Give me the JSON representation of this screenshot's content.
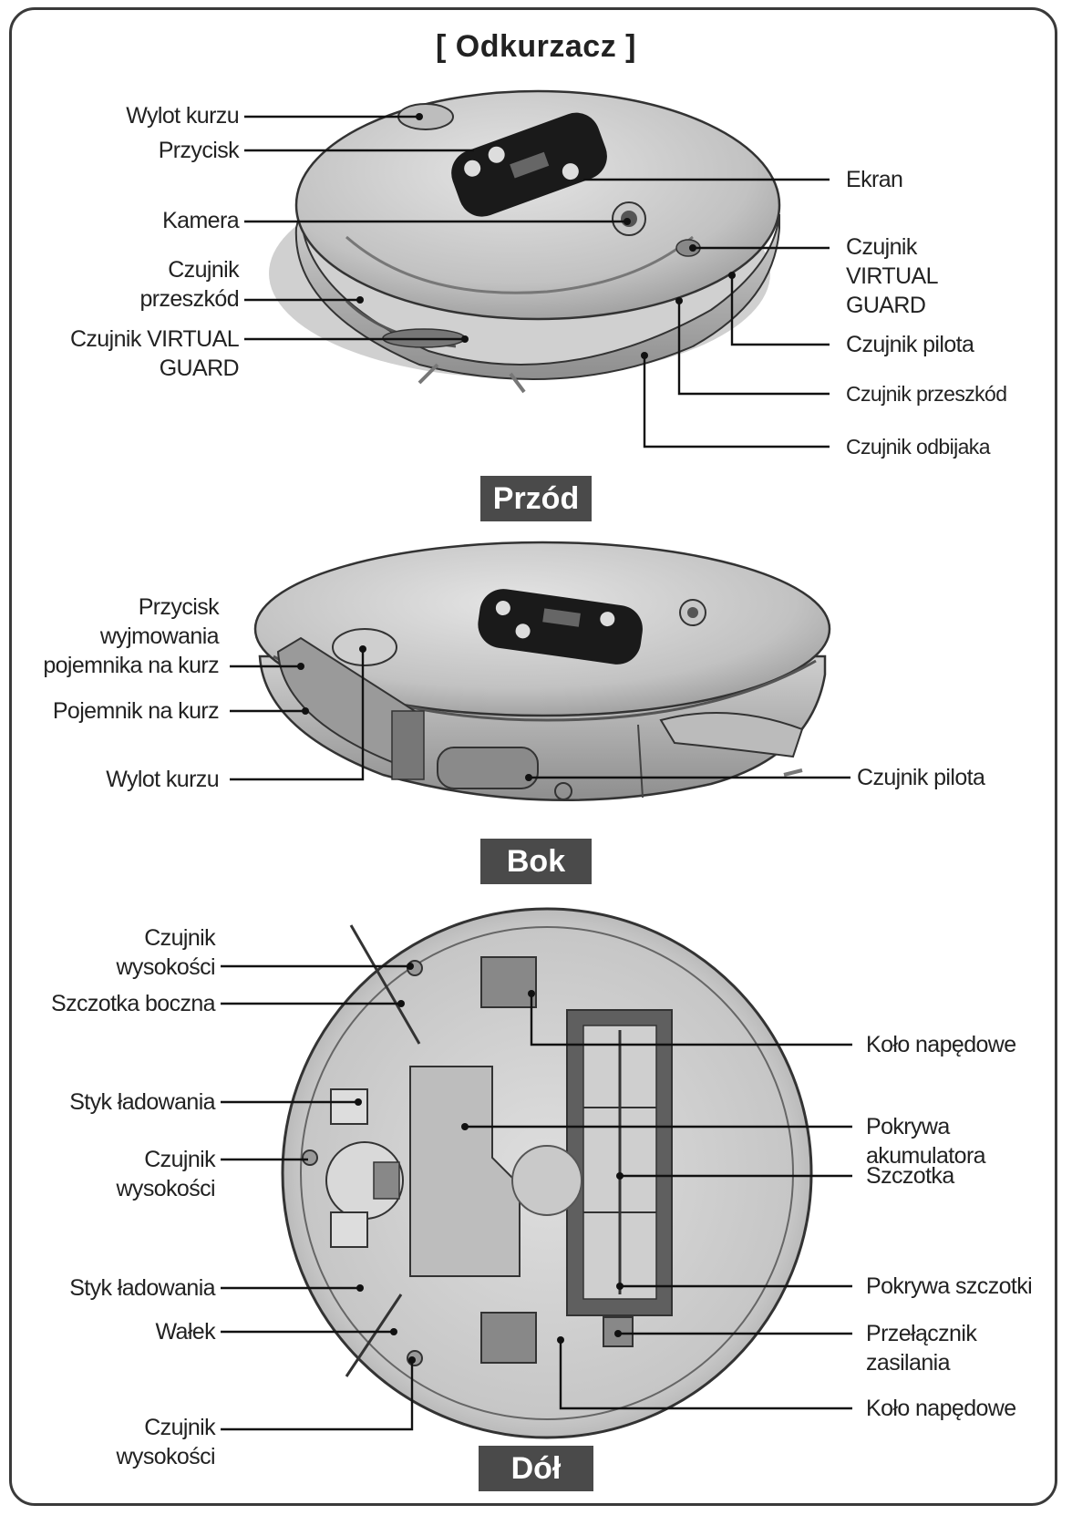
{
  "title": "[ Odkurzacz ]",
  "sections": {
    "front": "Przód",
    "side": "Bok",
    "bottom": "Dół"
  },
  "front_labels": {
    "dust_outlet": "Wylot kurzu",
    "button": "Przycisk",
    "camera": "Kamera",
    "obstacle_sensor_left": "Czujnik\nprzeszkód",
    "virtual_guard_left": "Czujnik VIRTUAL\nGUARD",
    "screen": "Ekran",
    "virtual_guard_right": "Czujnik\nVIRTUAL\nGUARD",
    "remote_sensor": "Czujnik pilota",
    "obstacle_sensor_right": "Czujnik przeszkód",
    "bumper_sensor": "Czujnik odbijaka"
  },
  "side_labels": {
    "dustbin_release": "Przycisk\nwyjmowania\npojemnika na kurz",
    "dustbin": "Pojemnik na kurz",
    "dust_outlet": "Wylot kurzu",
    "remote_sensor": "Czujnik pilota"
  },
  "bottom_labels": {
    "cliff_sensor_1": "Czujnik\nwysokości",
    "side_brush": "Szczotka boczna",
    "charging_contact_1": "Styk ładowania",
    "cliff_sensor_2": "Czujnik\nwysokości",
    "charging_contact_2": "Styk ładowania",
    "roller": "Wałek",
    "cliff_sensor_3": "Czujnik\nwysokości",
    "drive_wheel_1": "Koło napędowe",
    "battery_cover": "Pokrywa\nakumulatora",
    "brush": "Szczotka",
    "brush_cover": "Pokrywa szczotki",
    "power_switch": "Przełącznik\nzasilania",
    "drive_wheel_2": "Koło napędowe"
  },
  "colors": {
    "frame": "#3a3a3a",
    "tag_bg": "#4a4a4a",
    "body_light": "#d9d9d9",
    "body_mid": "#b8b8b8",
    "body_dark": "#8c8c8c",
    "screen": "#1a1a1a"
  }
}
